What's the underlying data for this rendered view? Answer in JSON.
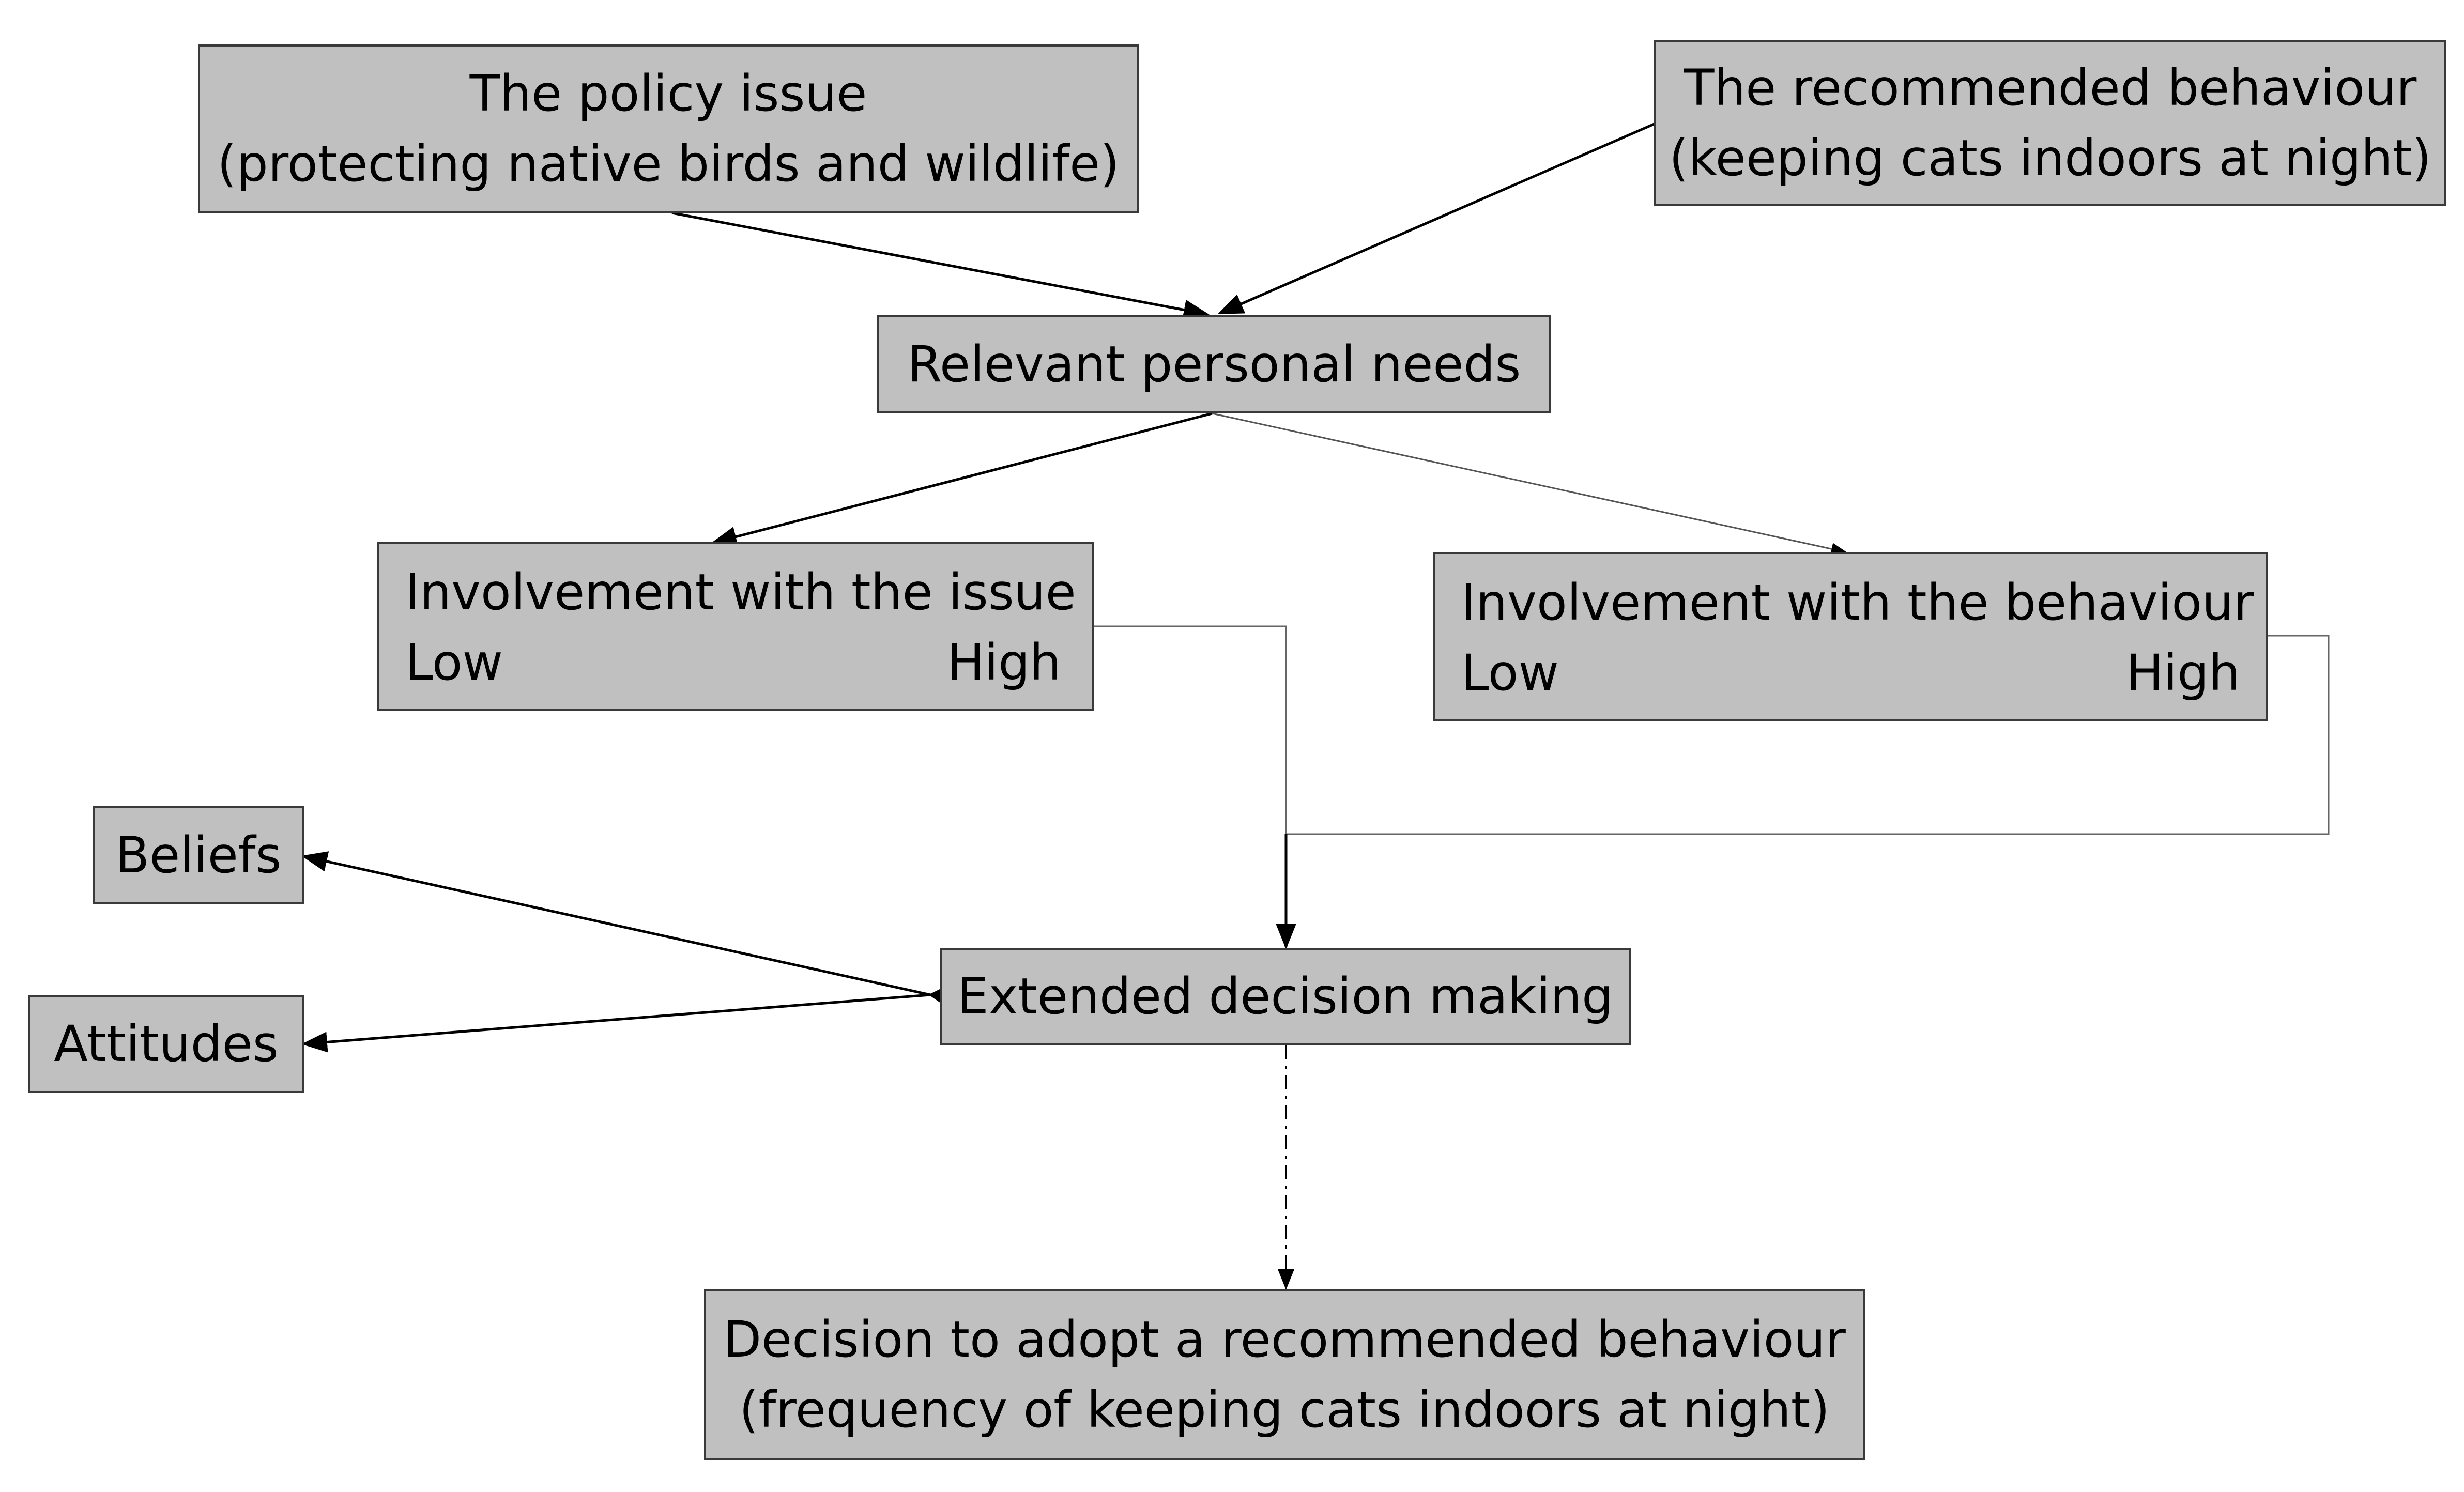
{
  "nodes": {
    "policy_issue": {
      "line1": "The policy issue",
      "line2": "(protecting native birds and wildlife)"
    },
    "recommended_behaviour": {
      "line1": "The recommended behaviour",
      "line2": "(keeping cats indoors at night)"
    },
    "personal_needs": {
      "label": "Relevant personal needs"
    },
    "involvement_issue": {
      "title": "Involvement with the issue",
      "low": "Low",
      "high": "High"
    },
    "involvement_behaviour": {
      "title": "Involvement with the behaviour",
      "low": "Low",
      "high": "High"
    },
    "beliefs": {
      "label": "Beliefs"
    },
    "attitudes": {
      "label": "Attitudes"
    },
    "extended_decision": {
      "label": "Extended decision making"
    },
    "decision_adopt": {
      "line1": "Decision to adopt a recommended behaviour",
      "line2": "(frequency of keeping cats indoors at night)"
    }
  },
  "colors": {
    "box_fill": "#c0c0c0",
    "box_border": "#3a3a3a",
    "line": "#000000"
  }
}
